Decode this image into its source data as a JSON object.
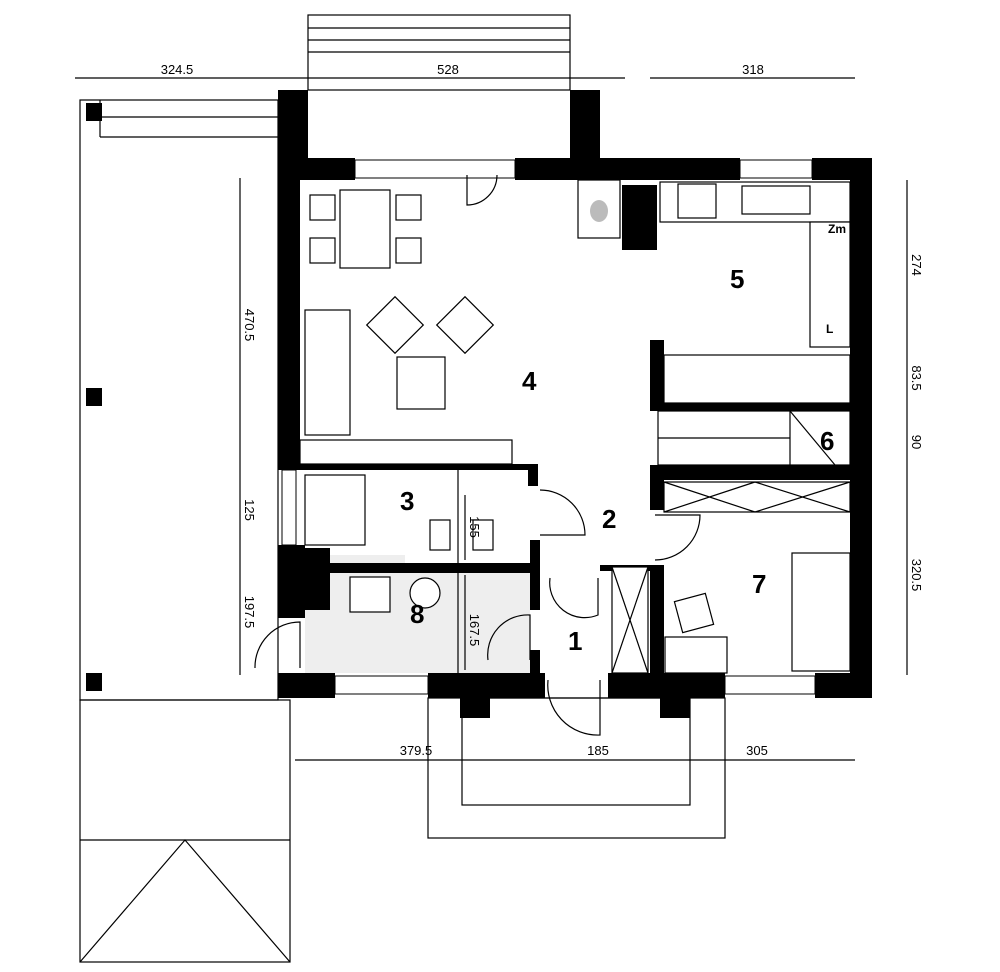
{
  "rooms": [
    {
      "number": "1"
    },
    {
      "number": "2"
    },
    {
      "number": "3"
    },
    {
      "number": "4"
    },
    {
      "number": "5"
    },
    {
      "number": "6"
    },
    {
      "number": "7"
    },
    {
      "number": "8"
    }
  ],
  "labels": {
    "fridge": "Zm",
    "wardrobe": "L"
  },
  "dimensions": {
    "top": [
      "324.5",
      "528",
      "318"
    ],
    "right": [
      "274",
      "83.5",
      "90",
      "320.5"
    ],
    "left": [
      "470.5",
      "125",
      "197.5"
    ],
    "bottom": [
      "379.5",
      "185",
      "305"
    ],
    "interior": [
      "155",
      "167.5"
    ]
  },
  "colors": {
    "wall": "#000000",
    "utility_room_fill": "#eeeeee"
  }
}
